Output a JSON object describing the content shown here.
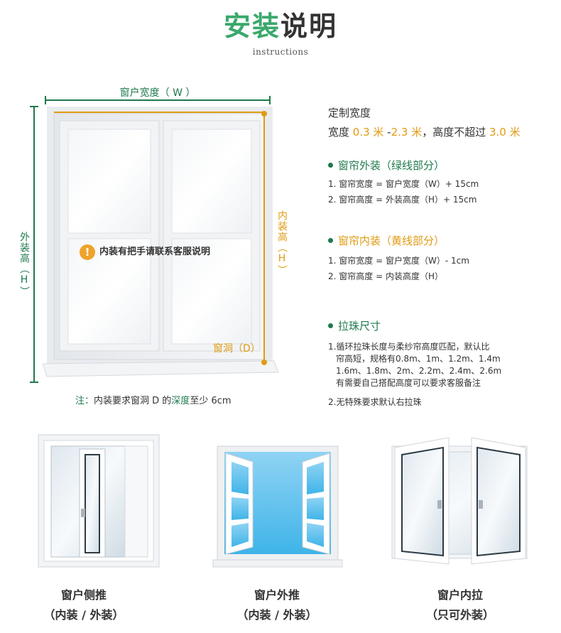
{
  "header": {
    "title_green": "安装",
    "title_dark": "说明",
    "subtitle": "instructions"
  },
  "diagram": {
    "width_label": "窗户宽度（ W ）",
    "outer_height_label": "外装高（H）",
    "inner_height_label": "内装高（H）",
    "hole_label": "窗洞（D）",
    "warning_icon": "!",
    "warning_text": "内装有把手请联系客服说明",
    "note_prefix": "注：",
    "note_a": "内装要求窗洞 D 的",
    "note_highlight": "深度",
    "note_b": "至少 6cm"
  },
  "spec": {
    "heading": "定制宽度",
    "line_a": "宽度 ",
    "min_w": "0.3 米",
    "dash": " -",
    "max_w": "2.3 米",
    "line_b": "，高度不超过 ",
    "max_h": "3.0 米",
    "outer": {
      "title": "窗帘外装（绿线部分）",
      "items": [
        "1. 窗帘宽度 = 窗户宽度（W）+ 15cm",
        "2. 窗帘高度 = 外装高度（H）+ 15cm"
      ]
    },
    "inner": {
      "title": "窗帘内装（黄线部分）",
      "items": [
        "1. 窗帘宽度 = 窗户宽度（W）- 1cm",
        "2. 窗帘高度 = 内装高度（H）"
      ]
    },
    "beads": {
      "title": "拉珠尺寸",
      "p1": [
        "1.循环拉珠长度与柔纱帘高度匹配，默认比",
        "帘高短，规格有0.8m、1m、1.2m、1.4m",
        "1.6m、1.8m、2m、2.2m、2.4m、2.6m",
        "有需要自己搭配高度可以要求客服备注"
      ],
      "p2": "2.无特殊要求默认右拉珠"
    }
  },
  "types": [
    {
      "name": "窗户侧推",
      "mount": "（内装 / 外装）"
    },
    {
      "name": "窗户外推",
      "mount": "（内装 / 外装）"
    },
    {
      "name": "窗户内拉",
      "mount": "（只可外装）"
    }
  ],
  "colors": {
    "green": "#1e7a4c",
    "title_green": "#3aa86b",
    "orange": "#e09b12",
    "warning": "#f0a32a"
  }
}
